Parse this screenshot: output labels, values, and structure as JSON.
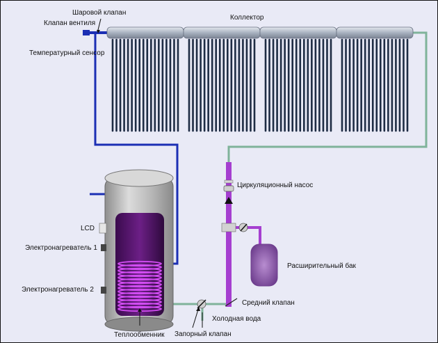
{
  "labels": {
    "ball_valve": "Шаровой клапан",
    "valve": "Клапан вентиля",
    "temp_sensor": "Температурный сенсор",
    "collector": "Коллектор",
    "pump": "Циркуляционный насос",
    "lcd": "LCD",
    "heater1": "Электронагреватель 1",
    "heater2": "Электронагреватель 2",
    "exp_tank": "Расширительный бак",
    "mid_valve": "Средний клапан",
    "cold_water": "Холодная вода",
    "shutoff_valve": "Запорный клапан",
    "heat_exchanger": "Теплообменник"
  },
  "colors": {
    "background": "#e9eaf6",
    "hot_pipe": "#1b2fb4",
    "cold_pipe": "#7fb39a",
    "circuit_pipe": "#a53fd0",
    "tank_body": "#b9b9b9",
    "tank_coil": "#d24cf2",
    "collector_tube": "#1e2c44",
    "collector_header": "#b7bfcc"
  },
  "collector_panels": 4,
  "tubes_per_panel": 18
}
